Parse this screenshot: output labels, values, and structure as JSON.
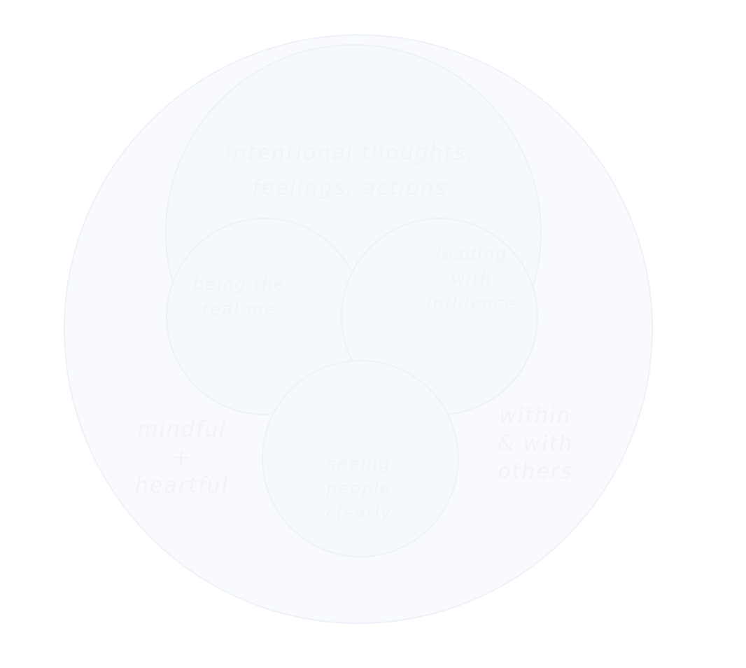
{
  "diagram": {
    "colors": {
      "background": "#ffffff",
      "circle_fill": "#f8fafd",
      "circle_stroke": "#eef2f8",
      "text": "#f1f3f9"
    },
    "labels": {
      "intentional_line1": "intentional thoughts,",
      "intentional_line2": "feelings, actions",
      "real_me_line1": "being the",
      "real_me_line2": "real me",
      "leading_line1": "leading",
      "leading_line2": "with",
      "leading_line3": "influence",
      "seeing_line1": "seeing",
      "seeing_line2": "people",
      "seeing_line3": "clearly",
      "mindful_line1": "mindful",
      "mindful_line2": "+",
      "mindful_line3": "heartful",
      "within_line1": "within",
      "within_line2": "& with",
      "within_line3": "others"
    }
  }
}
